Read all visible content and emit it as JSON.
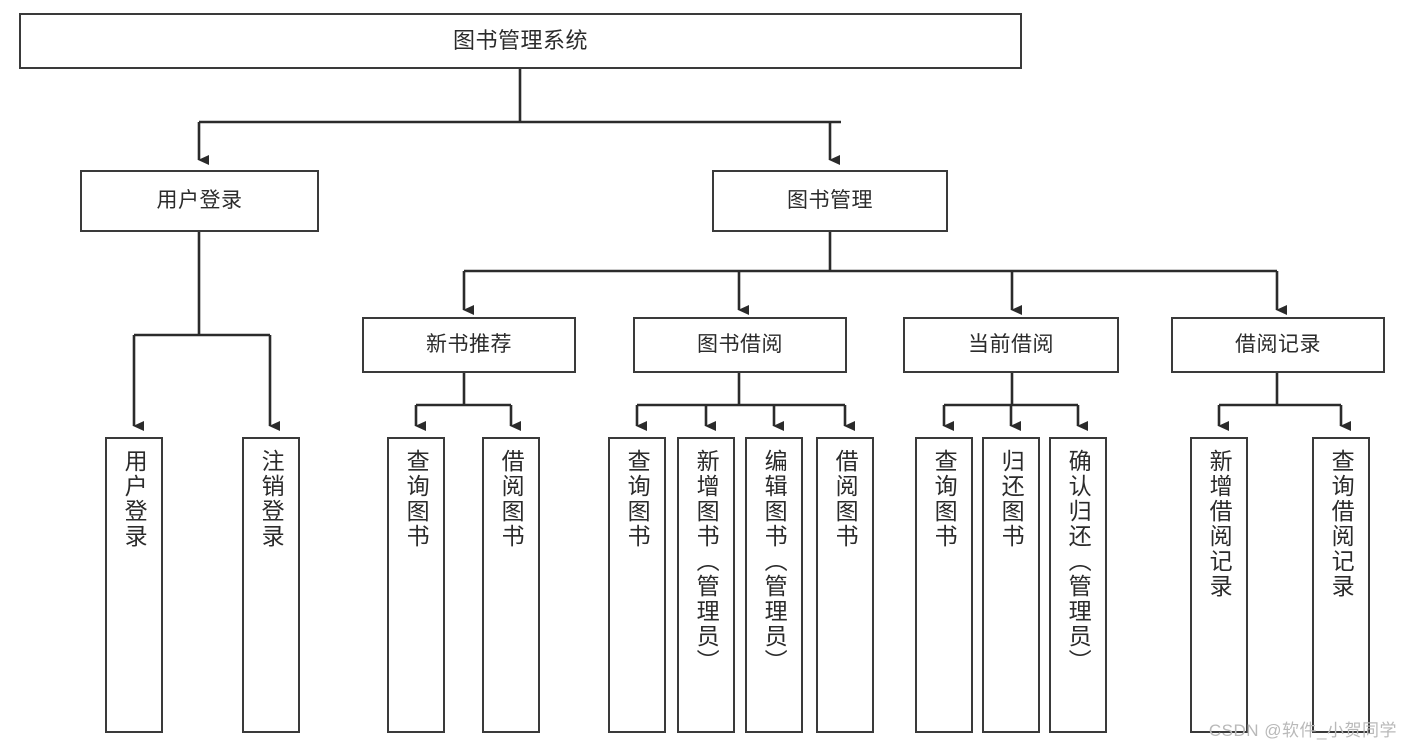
{
  "diagram": {
    "title": "图书管理系统",
    "type": "tree",
    "watermark": "CSDN @软件_小贺同学",
    "colors": {
      "background": "#ffffff",
      "border": "#3a3a3a",
      "text": "#2b2b2b",
      "connector": "#2b2b2b",
      "watermark": "#b9b9b9"
    }
  },
  "nodes": {
    "root": {
      "label": "图书管理系统"
    },
    "level2": [
      {
        "label": "用户登录"
      },
      {
        "label": "图书管理"
      }
    ],
    "level3": [
      {
        "label": "新书推荐"
      },
      {
        "label": "图书借阅"
      },
      {
        "label": "当前借阅"
      },
      {
        "label": "借阅记录"
      }
    ],
    "leaves": {
      "user_login": [
        {
          "label": "用户登录"
        },
        {
          "label": "注销登录"
        }
      ],
      "new_book": [
        {
          "label": "查询图书"
        },
        {
          "label": "借阅图书"
        }
      ],
      "book_borrow": [
        {
          "label": "查询图书"
        },
        {
          "label": "新增图书（管理员）"
        },
        {
          "label": "编辑图书（管理员）"
        },
        {
          "label": "借阅图书"
        }
      ],
      "current_borrow": [
        {
          "label": "查询图书"
        },
        {
          "label": "归还图书"
        },
        {
          "label": "确认归还（管理员）"
        }
      ],
      "borrow_record": [
        {
          "label": "新增借阅记录"
        },
        {
          "label": "查询借阅记录"
        }
      ]
    }
  },
  "edges": [
    {
      "from": "图书管理系统",
      "to": "用户登录"
    },
    {
      "from": "图书管理系统",
      "to": "图书管理"
    },
    {
      "from": "用户登录",
      "to": "用户登录"
    },
    {
      "from": "用户登录",
      "to": "注销登录"
    },
    {
      "from": "图书管理",
      "to": "新书推荐"
    },
    {
      "from": "图书管理",
      "to": "图书借阅"
    },
    {
      "from": "图书管理",
      "to": "当前借阅"
    },
    {
      "from": "图书管理",
      "to": "借阅记录"
    },
    {
      "from": "新书推荐",
      "to": "查询图书"
    },
    {
      "from": "新书推荐",
      "to": "借阅图书"
    },
    {
      "from": "图书借阅",
      "to": "查询图书"
    },
    {
      "from": "图书借阅",
      "to": "新增图书（管理员）"
    },
    {
      "from": "图书借阅",
      "to": "编辑图书（管理员）"
    },
    {
      "from": "图书借阅",
      "to": "借阅图书"
    },
    {
      "from": "当前借阅",
      "to": "查询图书"
    },
    {
      "from": "当前借阅",
      "to": "归还图书"
    },
    {
      "from": "当前借阅",
      "to": "确认归还（管理员）"
    },
    {
      "from": "借阅记录",
      "to": "新增借阅记录"
    },
    {
      "from": "借阅记录",
      "to": "查询借阅记录"
    }
  ]
}
